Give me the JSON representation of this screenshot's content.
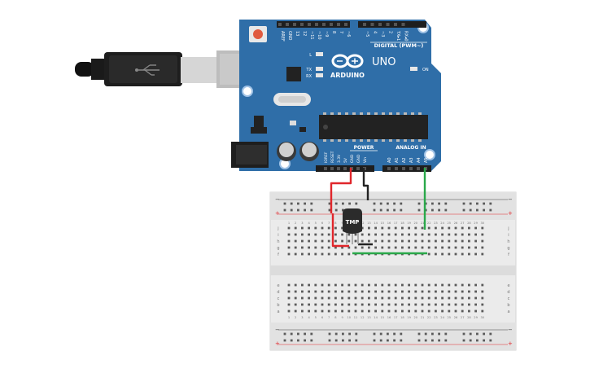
{
  "board": {
    "brand": "ARDUINO",
    "model": "UNO",
    "digital_header_label": "DIGITAL (PWM~)",
    "digital_pins": [
      "AREF",
      "GND",
      "13",
      "12",
      "~11",
      "~10",
      "~9",
      "8",
      "7",
      "~6",
      "~5",
      "4",
      "~3",
      "2",
      "TX▸1",
      "RX◂0"
    ],
    "power_label": "POWER",
    "power_pins": [
      "IOREF",
      "RESET",
      "3.3V",
      "5V",
      "GND",
      "GND",
      "Vin"
    ],
    "analog_label": "ANALOG IN",
    "analog_pins": [
      "A0",
      "A1",
      "A2",
      "A3",
      "A4",
      "A5"
    ],
    "led_labels": [
      "L",
      "TX",
      "RX",
      "ON"
    ],
    "color": "#2f6ea8"
  },
  "sensor": {
    "label": "TMP"
  },
  "breadboard": {
    "row_letters_top": [
      "a",
      "b",
      "c",
      "d",
      "e"
    ],
    "row_letters_bottom": [
      "f",
      "g",
      "h",
      "i",
      "j"
    ],
    "columns": 30,
    "rail_minus": "−",
    "rail_plus": "+"
  },
  "wires": {
    "power_color": "#e0262b",
    "ground_color": "#222222",
    "signal_color": "#2aa84a"
  },
  "icons": [
    "usb-cable-icon",
    "infinity-logo-icon"
  ]
}
